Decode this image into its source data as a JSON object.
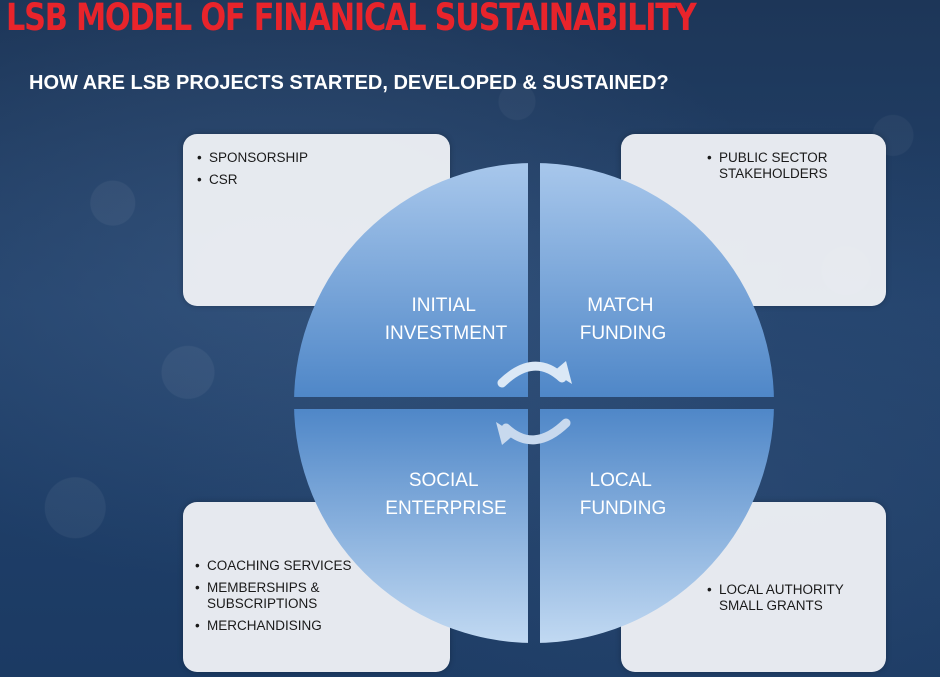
{
  "title": "LSB MODEL OF FINANICAL SUSTAINABILITY",
  "subtitle": "HOW ARE LSB PROJECTS STARTED, DEVELOPED & SUSTAINED?",
  "quadrants": {
    "top_left": [
      "INITIAL",
      "INVESTMENT"
    ],
    "top_right": [
      "MATCH",
      "FUNDING"
    ],
    "bottom_left": [
      "SOCIAL",
      "ENTERPRISE"
    ],
    "bottom_right": [
      "LOCAL",
      "FUNDING"
    ]
  },
  "boxes": {
    "top_left": [
      "SPONSORSHIP",
      "CSR"
    ],
    "top_right": [
      "PUBLIC SECTOR STAKEHOLDERS"
    ],
    "bottom_left": [
      "COACHING SERVICES",
      "MEMBERSHIPS & SUBSCRIPTIONS",
      "MERCHANDISING"
    ],
    "bottom_right": [
      "LOCAL AUTHORITY SMALL GRANTS"
    ]
  },
  "colors": {
    "title": "#e8242b",
    "circle_light": "#c4dbf3",
    "circle_dark": "#4f87c8",
    "background": "#1c3a63"
  }
}
